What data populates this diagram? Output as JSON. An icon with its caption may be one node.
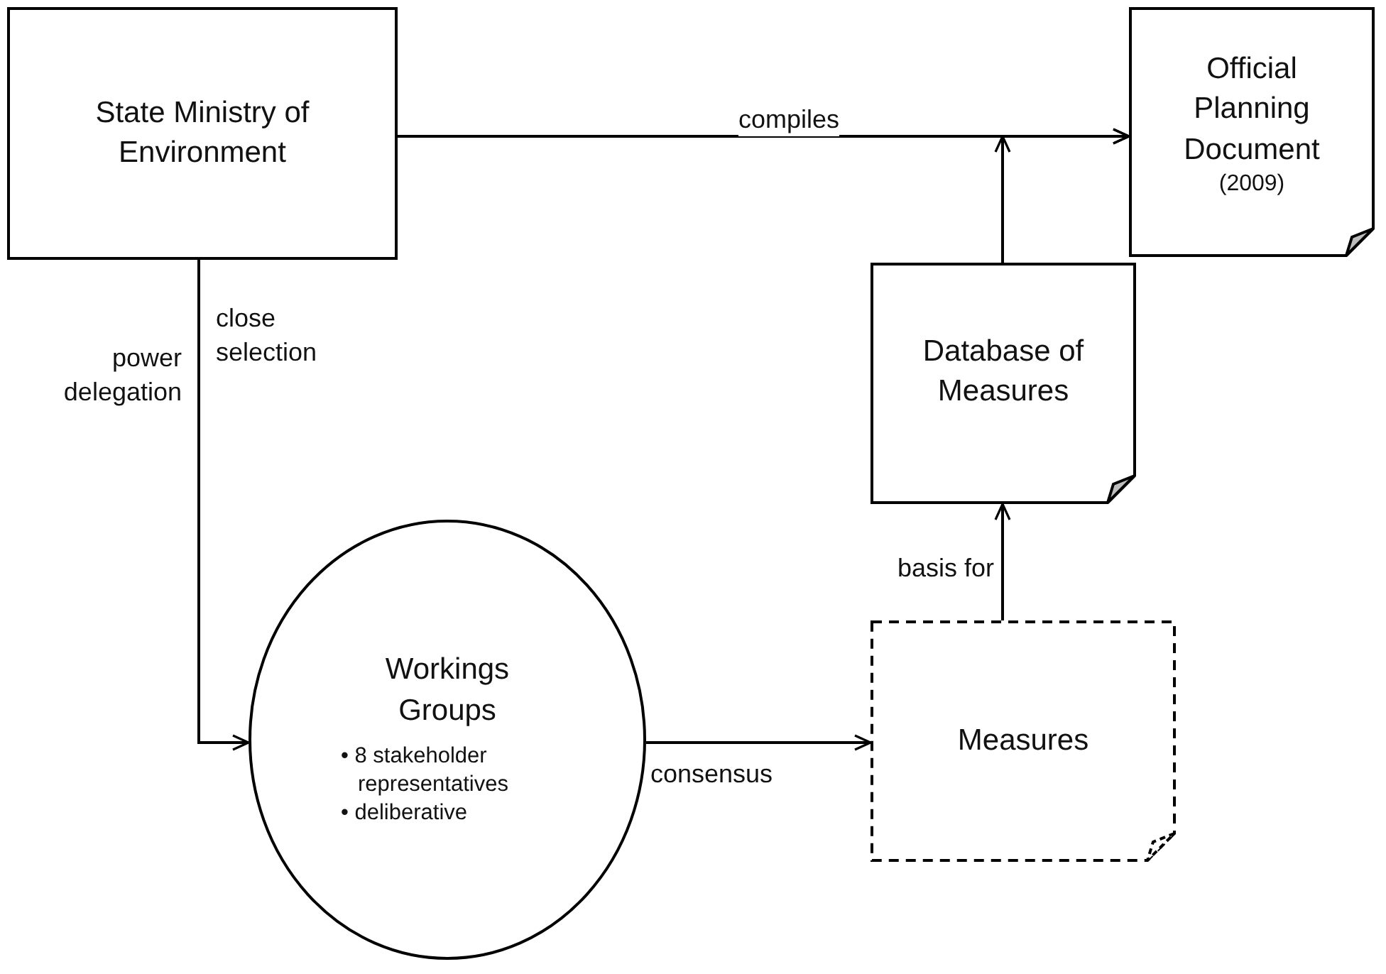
{
  "diagram": {
    "nodes": [
      {
        "text": [
          "State Ministry of Environment"
        ]
      },
      {
        "text": [
          "Official Planning Document",
          "(2009)"
        ]
      },
      {
        "text": [
          "Database of Measures"
        ]
      },
      {
        "text": [
          "Workings Groups",
          "• 8 stakeholder representatives",
          "• deliberative"
        ]
      },
      {
        "text": [
          "Measures"
        ]
      }
    ],
    "edges": [
      {
        "from": 0,
        "to": 1,
        "label": "compiles",
        "arrow": "to"
      },
      {
        "from": 2,
        "to": 1,
        "arrow": "to"
      },
      {
        "from": 0,
        "to": 3,
        "label": "power delegation",
        "arrow": "to"
      },
      {
        "from": 3,
        "to": 4,
        "label": "consensus",
        "arrow": "to"
      },
      {
        "from": 4,
        "to": 2,
        "label": "basis for",
        "arrow": "to"
      }
    ],
    "labels": [
      "close selection"
    ]
  }
}
